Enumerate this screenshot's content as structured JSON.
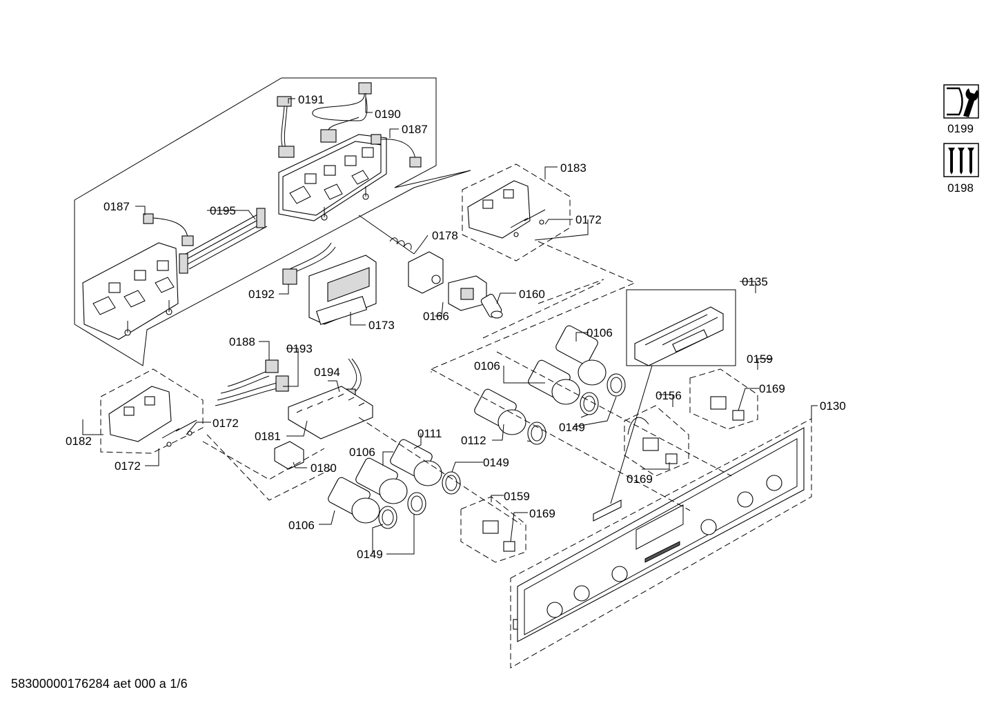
{
  "footer": {
    "document_code": "58300000176284 aet 000 a 1/6"
  },
  "icons": {
    "service_tool": {
      "name": "wrench-icon",
      "label": "0199"
    },
    "screws": {
      "name": "screws-icon",
      "label": "0198"
    }
  },
  "labels": {
    "l0191": "0191",
    "l0190": "0190",
    "l0187a": "0187",
    "l0187b": "0187",
    "l0195": "0195",
    "l0183": "0183",
    "l0172a": "0172",
    "l0178": "0178",
    "l0192": "0192",
    "l0173": "0173",
    "l0166": "0166",
    "l0160": "0160",
    "l0135": "0135",
    "l0106a": "0106",
    "l0106b": "0106",
    "l0106c": "0106",
    "l0106d": "0106",
    "l0188": "0188",
    "l0193": "0193",
    "l0194": "0194",
    "l0159a": "0159",
    "l0159b": "0159",
    "l0169a": "0169",
    "l0169b": "0169",
    "l0169c": "0169",
    "l0156": "0156",
    "l0130": "0130",
    "l0172b": "0172",
    "l0172c": "0172",
    "l0182": "0182",
    "l0181": "0181",
    "l0180": "0180",
    "l0111": "0111",
    "l0112": "0112",
    "l0149a": "0149",
    "l0149b": "0149",
    "l0149c": "0149"
  }
}
